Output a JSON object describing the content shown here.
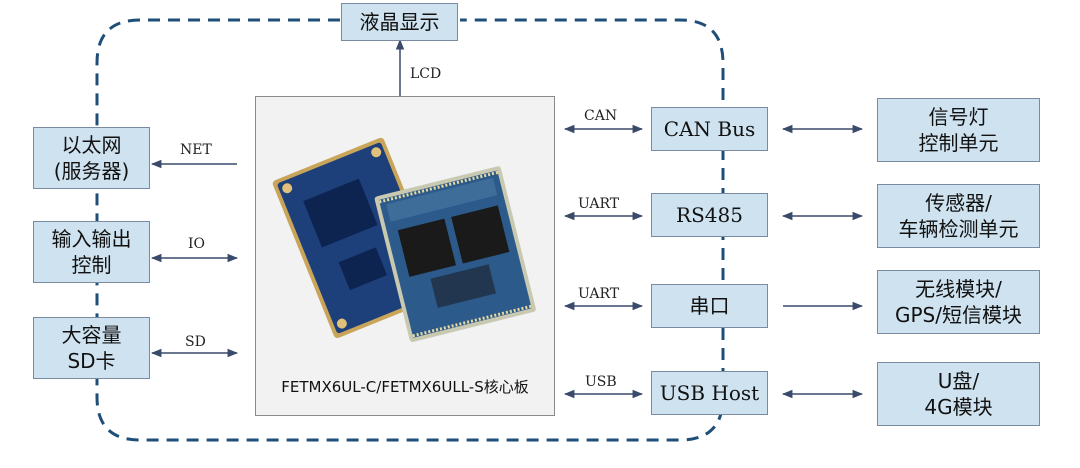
{
  "top": {
    "display_box": "液晶显示",
    "lcd_label": "LCD"
  },
  "left": {
    "ethernet": {
      "line1": "以太网",
      "line2": "(服务器)",
      "conn_label": "NET"
    },
    "io": {
      "line1": "输入输出",
      "line2": "控制",
      "conn_label": "IO"
    },
    "sd": {
      "line1": "大容量",
      "line2": "SD卡",
      "conn_label": "SD"
    }
  },
  "core": {
    "caption": "FETMX6UL-C/FETMX6ULL-S核心板"
  },
  "middle": {
    "can": {
      "label": "CAN Bus",
      "conn_label": "CAN"
    },
    "rs485": {
      "label": "RS485",
      "conn_label": "UART"
    },
    "serial": {
      "label": "串口",
      "conn_label": "UART"
    },
    "usb": {
      "label": "USB Host",
      "conn_label": "USB"
    }
  },
  "right": {
    "signal": {
      "line1": "信号灯",
      "line2": "控制单元"
    },
    "sensor": {
      "line1": "传感器/",
      "line2": "车辆检测单元"
    },
    "wireless": {
      "line1": "无线模块/",
      "line2": "GPS/短信模块"
    },
    "udisk": {
      "line1": "U盘/",
      "line2": "4G模块"
    }
  },
  "colors": {
    "box_fill": "#cfe2f0",
    "dashed_loop": "#1f4e79",
    "arrow": "#3a4a6a",
    "board_blue": "#1d3f7a",
    "board_gold": "#c9a55a"
  }
}
